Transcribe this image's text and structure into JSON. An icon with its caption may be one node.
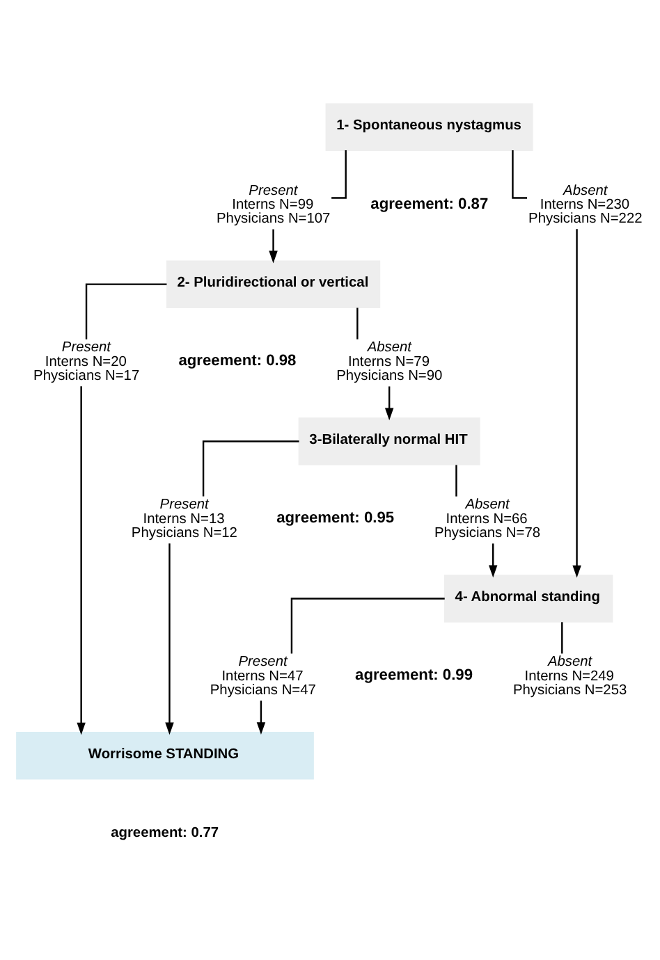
{
  "diagram": {
    "nodes": [
      {
        "text": [
          "1- Spontaneous nystagmus"
        ]
      },
      {
        "text": [
          "Present",
          "Interns N=99",
          "Physicians N=107"
        ]
      },
      {
        "text": [
          "Absent",
          "Interns N=230",
          "Physicians N=222"
        ]
      },
      {
        "text": [
          "2- Pluridirectional or vertical"
        ]
      },
      {
        "text": [
          "Present",
          "Interns N=20",
          "Physicians N=17"
        ]
      },
      {
        "text": [
          "Absent",
          "Interns N=79",
          "Physicians N=90"
        ]
      },
      {
        "text": [
          "3-Bilaterally normal HIT"
        ]
      },
      {
        "text": [
          "Present",
          "Interns N=13",
          "Physicians N=12"
        ]
      },
      {
        "text": [
          "Absent",
          "Interns N=66",
          "Physicians N=78"
        ]
      },
      {
        "text": [
          "4- Abnormal standing"
        ]
      },
      {
        "text": [
          "Present",
          "Interns N=47",
          "Physicians N=47"
        ]
      },
      {
        "text": [
          "Absent",
          "Interns N=249",
          "Physicians N=253"
        ]
      },
      {
        "text": [
          "Worrisome STANDING"
        ],
        "beside": [
          "agreement: 0.77"
        ]
      }
    ],
    "edges": [
      {
        "from": 0,
        "to": 1,
        "arrow": "none"
      },
      {
        "from": 0,
        "to": 2,
        "arrow": "none"
      },
      {
        "from": 1,
        "to": 3,
        "arrow": "to"
      },
      {
        "from": 3,
        "to": 4,
        "arrow": "none"
      },
      {
        "from": 3,
        "to": 5,
        "arrow": "none"
      },
      {
        "from": 5,
        "to": 6,
        "arrow": "to"
      },
      {
        "from": 6,
        "to": 7,
        "arrow": "none"
      },
      {
        "from": 6,
        "to": 8,
        "arrow": "none"
      },
      {
        "from": 8,
        "to": 9,
        "arrow": "to"
      },
      {
        "from": 2,
        "to": 9,
        "arrow": "to"
      },
      {
        "from": 9,
        "to": 10,
        "arrow": "none"
      },
      {
        "from": 9,
        "to": 11,
        "arrow": "none"
      },
      {
        "from": 4,
        "to": 12,
        "arrow": "to"
      },
      {
        "from": 7,
        "to": 12,
        "arrow": "to"
      },
      {
        "from": 10,
        "to": 12,
        "arrow": "to"
      }
    ],
    "labels": [
      "agreement: 0.87",
      "agreement: 0.98",
      "agreement: 0.95",
      "agreement: 0.99"
    ]
  }
}
